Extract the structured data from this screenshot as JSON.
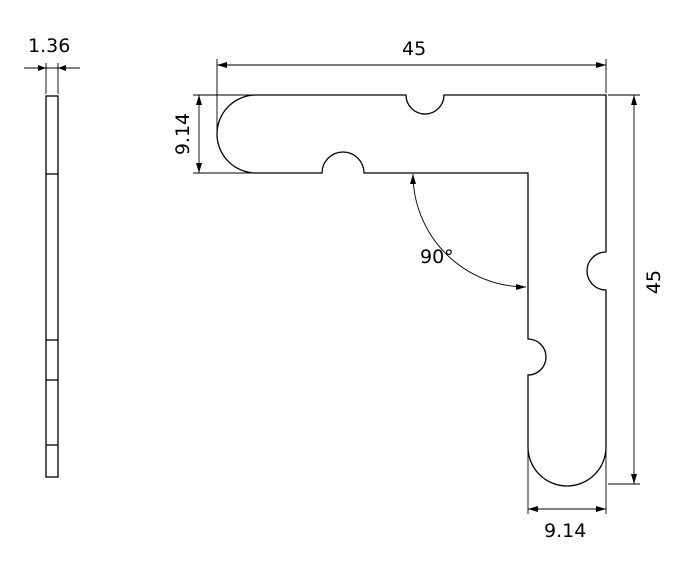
{
  "drawing": {
    "side_view": {
      "thickness_label": "1.36"
    },
    "top_view": {
      "overall_width_label": "45",
      "overall_height_label": "45",
      "arm_width_top_label": "9.14",
      "arm_width_bottom_label": "9.14",
      "angle_label": "90°"
    }
  }
}
